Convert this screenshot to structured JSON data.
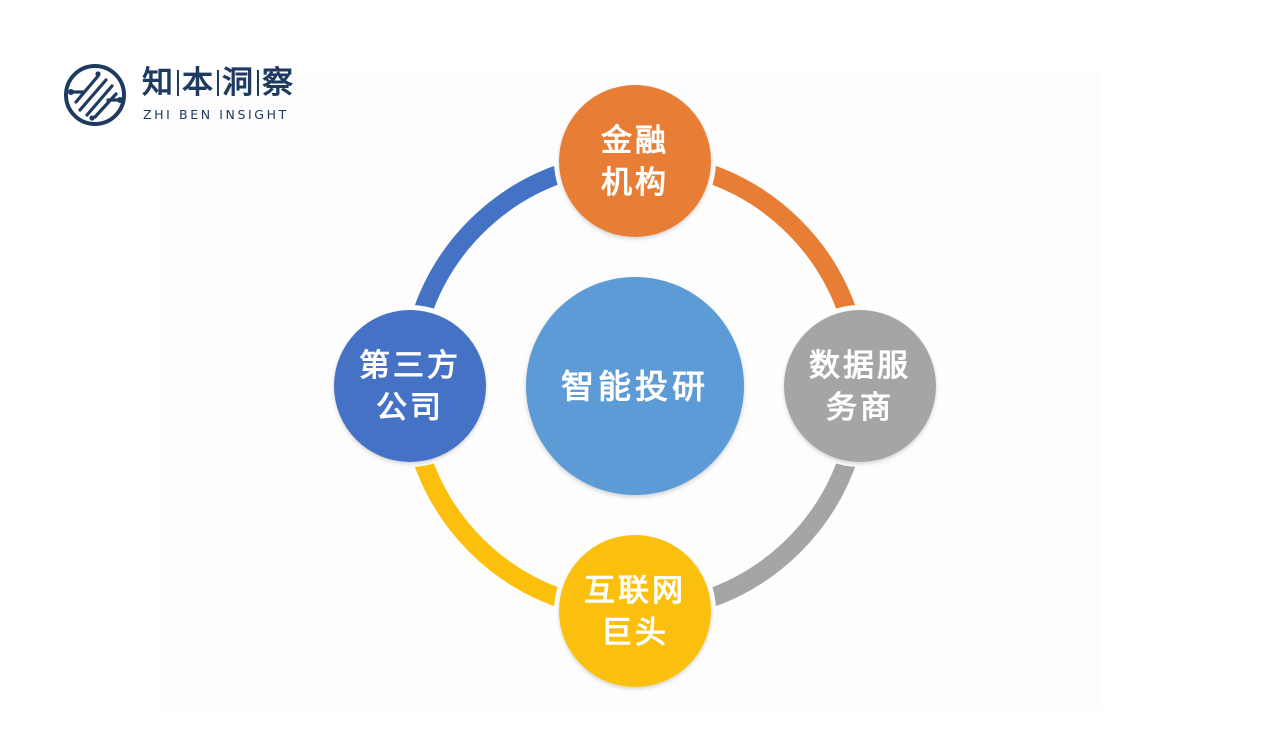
{
  "logo": {
    "cn_parts": [
      "知",
      "本",
      "洞",
      "察"
    ],
    "en": "ZHI BEN INSIGHT",
    "color": "#1f3a60"
  },
  "diagram": {
    "center": {
      "label": "智能投研",
      "color": "#5b9bd5"
    },
    "nodes": [
      {
        "id": "financial-institutions",
        "lines": [
          "金融",
          "机构"
        ],
        "color": "#e87e35"
      },
      {
        "id": "data-service-providers",
        "lines": [
          "数据服",
          "务商"
        ],
        "color": "#a5a5a5"
      },
      {
        "id": "internet-giants",
        "lines": [
          "互联网",
          "巨头"
        ],
        "color": "#fbbf0c"
      },
      {
        "id": "third-party-companies",
        "lines": [
          "第三方",
          "公司"
        ],
        "color": "#4472c4"
      }
    ],
    "arcs": [
      {
        "from": "financial-institutions",
        "to": "data-service-providers",
        "color": "#e87e35"
      },
      {
        "from": "data-service-providers",
        "to": "internet-giants",
        "color": "#a5a5a5"
      },
      {
        "from": "internet-giants",
        "to": "third-party-companies",
        "color": "#fbbf0c"
      },
      {
        "from": "third-party-companies",
        "to": "financial-institutions",
        "color": "#4472c4"
      }
    ]
  }
}
